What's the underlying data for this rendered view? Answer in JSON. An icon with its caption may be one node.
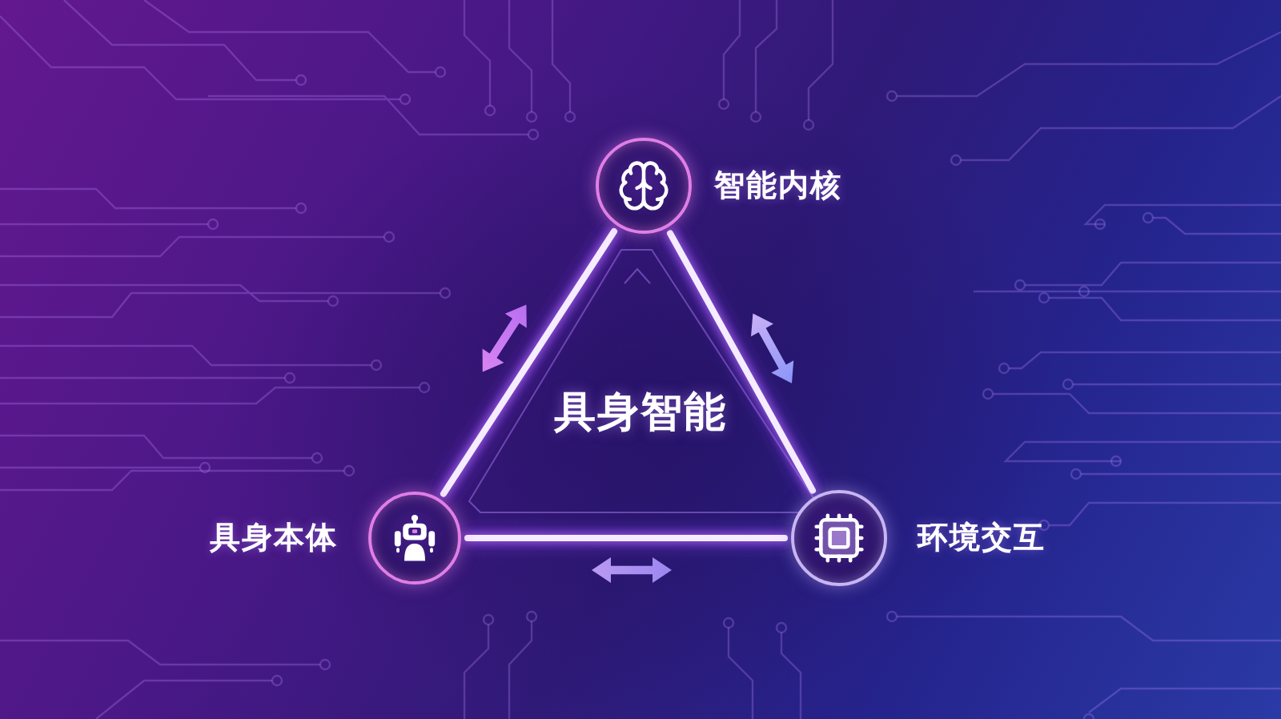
{
  "diagram": {
    "nodes": [
      {
        "text": [],
        "shape": "circle",
        "beside": [
          "智能内核"
        ]
      },
      {
        "text": [],
        "shape": "circle",
        "beside": [
          "具身本体"
        ]
      },
      {
        "text": [],
        "shape": "circle",
        "beside": [
          "环境交互"
        ]
      }
    ],
    "edges": [
      {
        "from": 0,
        "to": 1,
        "arrow": "none"
      },
      {
        "from": 0,
        "to": 2,
        "arrow": "none"
      },
      {
        "from": 1,
        "to": 2,
        "arrow": "none"
      }
    ],
    "labels": [
      "具身智能"
    ]
  }
}
